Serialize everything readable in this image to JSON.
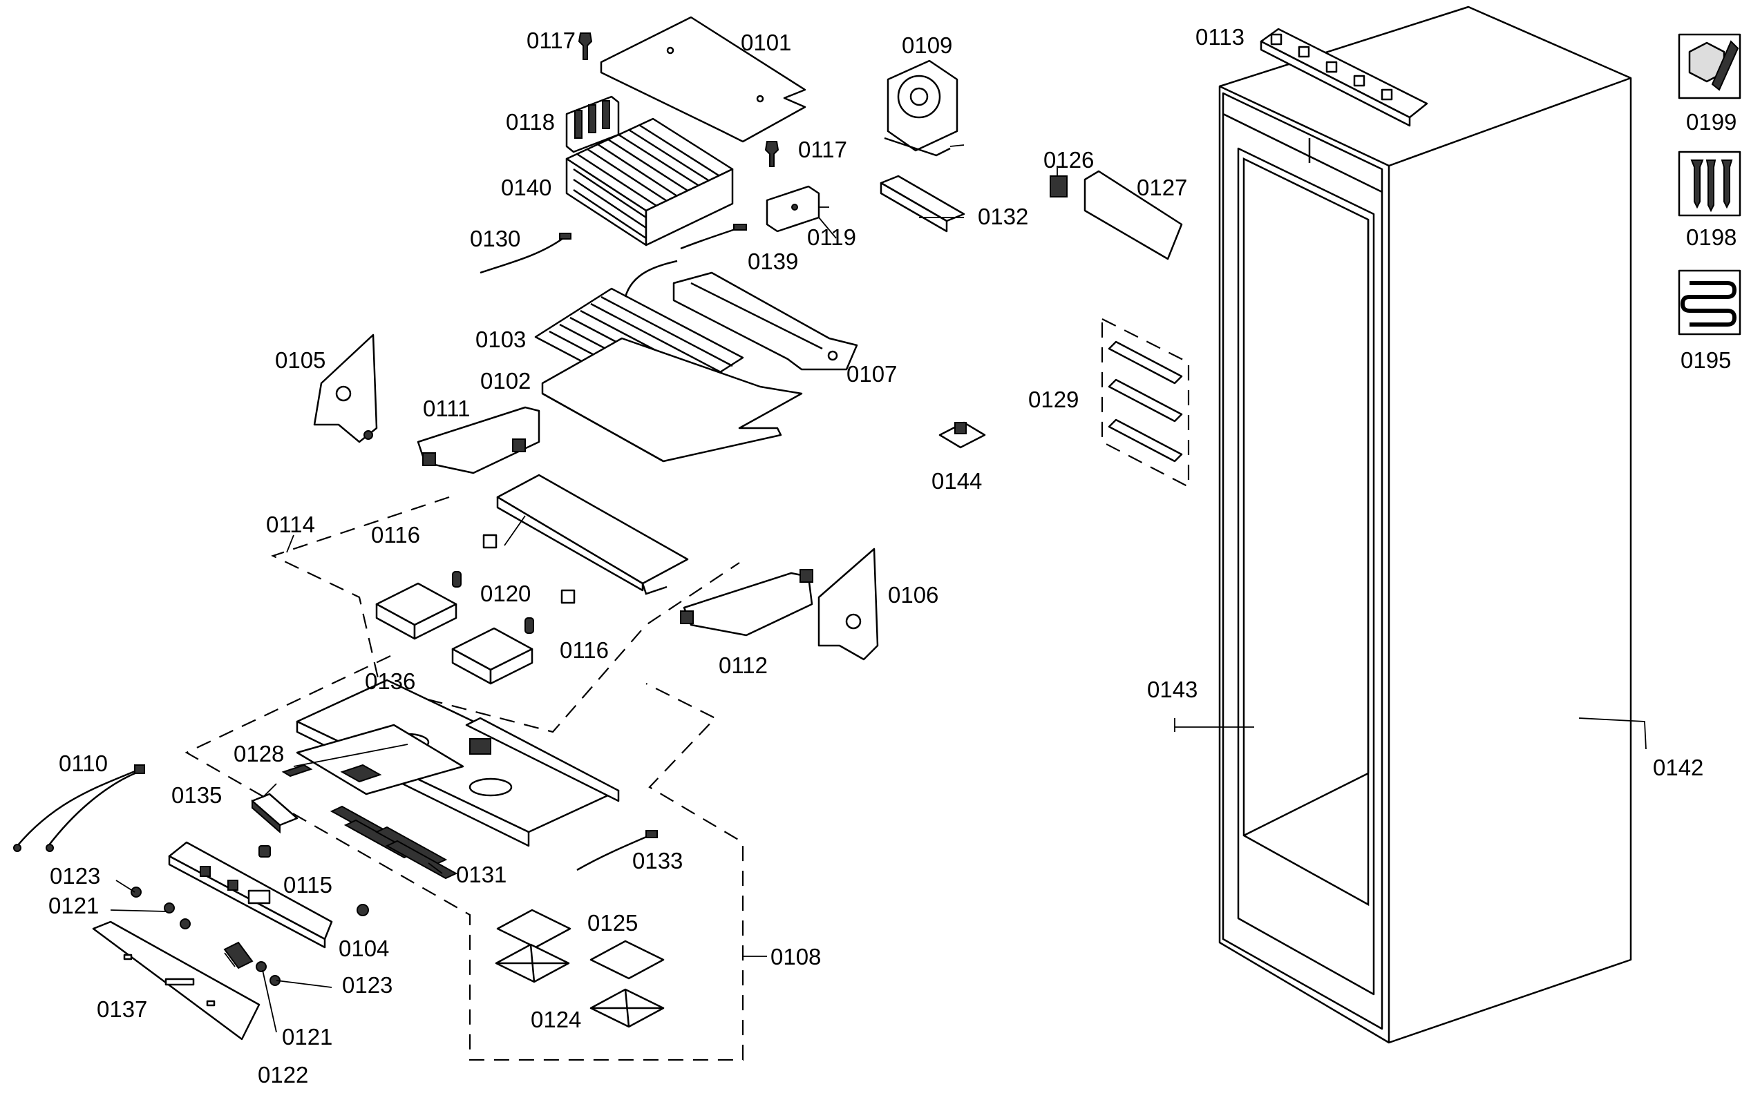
{
  "labels": {
    "p0101": "0101",
    "p0102": "0102",
    "p0103": "0103",
    "p0104": "0104",
    "p0105": "0105",
    "p0106": "0106",
    "p0107": "0107",
    "p0108": "0108",
    "p0109": "0109",
    "p0110": "0110",
    "p0111": "0111",
    "p0112": "0112",
    "p0113": "0113",
    "p0114": "0114",
    "p0115": "0115",
    "p0116a": "0116",
    "p0116b": "0116",
    "p0117a": "0117",
    "p0117b": "0117",
    "p0118": "0118",
    "p0119": "0119",
    "p0120": "0120",
    "p0121a": "0121",
    "p0121b": "0121",
    "p0122": "0122",
    "p0123a": "0123",
    "p0123b": "0123",
    "p0124": "0124",
    "p0125": "0125",
    "p0126": "0126",
    "p0127": "0127",
    "p0128": "0128",
    "p0129": "0129",
    "p0130": "0130",
    "p0131": "0131",
    "p0132": "0132",
    "p0133": "0133",
    "p0135": "0135",
    "p0136": "0136",
    "p0137": "0137",
    "p0139": "0139",
    "p0140": "0140",
    "p0142": "0142",
    "p0143": "0143",
    "p0144": "0144",
    "p0195": "0195",
    "p0198": "0198",
    "p0199": "0199"
  },
  "icons": {
    "p0199": "wrench-and-bolt-icon",
    "p0198": "screws-icon",
    "p0195": "coil-heater-icon"
  }
}
